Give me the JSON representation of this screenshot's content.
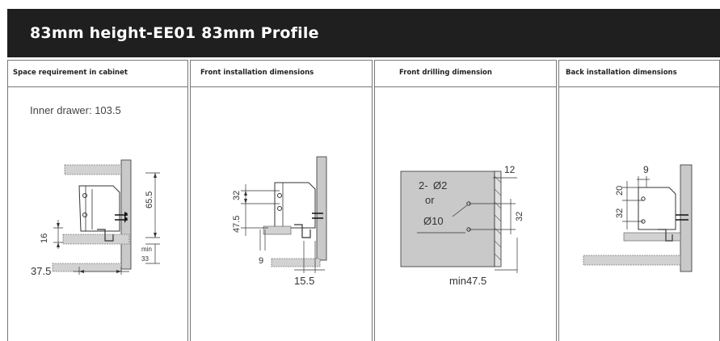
{
  "page": {
    "title": "83mm height-EE01 83mm Profile"
  },
  "columns": [
    {
      "header": "Space requirement in cabinet",
      "note": "Inner drawer: 103.5",
      "dims": {
        "a": "65.5",
        "b": "min",
        "c": "33",
        "d": "16",
        "e": "37.5"
      }
    },
    {
      "header": "Front installation dimensions",
      "dims": {
        "a": "32",
        "b": "47.5",
        "c": "9",
        "d": "15.5"
      }
    },
    {
      "header": "Front drilling dimension",
      "dims": {
        "a": "12",
        "b": "2-",
        "c": "Ø2",
        "d": "or",
        "e": "Ø10",
        "f": "32",
        "g": "min47.5"
      }
    },
    {
      "header": "Back installation dimensions",
      "dims": {
        "a": "9",
        "b": "20",
        "c": "32"
      }
    }
  ],
  "colors": {
    "banner": "#1f1f1f",
    "panel": "#c9c9c9",
    "line": "#333333"
  }
}
